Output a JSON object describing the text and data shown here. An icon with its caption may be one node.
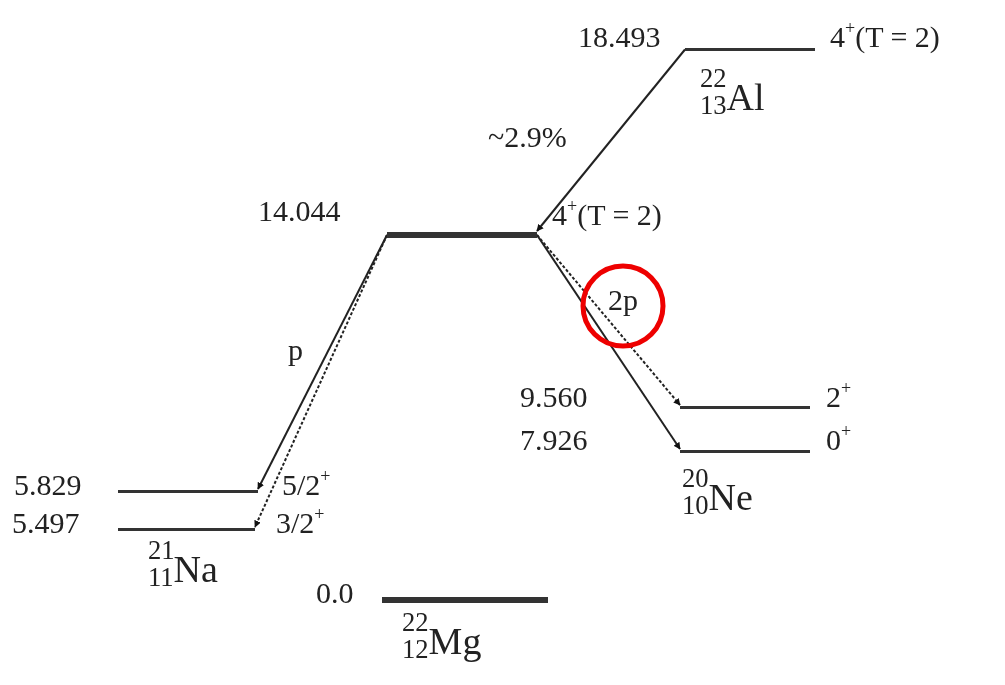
{
  "diagram": {
    "nodes": [
      {
        "text": [],
        "shape": "bar",
        "beside": [
          "18.493",
          "4$^{+}$(T = 2)"
        ]
      },
      {
        "text": [],
        "shape": "bar",
        "beside": [
          "14.044",
          "4$^{+}$(T = 2)"
        ]
      },
      {
        "text": [],
        "shape": "bar",
        "beside": [
          "9.560",
          "2$^{+}$"
        ]
      },
      {
        "text": [],
        "shape": "bar",
        "beside": [
          "7.926",
          "0$^{+}$"
        ]
      },
      {
        "text": [],
        "shape": "bar",
        "beside": [
          "5.829",
          "5/2$^{+}$"
        ]
      },
      {
        "text": [],
        "shape": "bar",
        "beside": [
          "5.497",
          "3/2$^{+}$"
        ]
      },
      {
        "text": [],
        "shape": "bar",
        "beside": [
          "0.0"
        ]
      }
    ],
    "edges": [
      {
        "from": 0,
        "to": 1,
        "arrow": "to",
        "label": "~2.9%"
      },
      {
        "from": 1,
        "to": 4,
        "arrow": "to",
        "label": "p"
      },
      {
        "from": 1,
        "to": 5,
        "arrow": "to",
        "style": "dashed"
      },
      {
        "from": 1,
        "to": 2,
        "arrow": "to",
        "style": "dashed",
        "label": "2p"
      },
      {
        "from": 1,
        "to": 3,
        "arrow": "to"
      }
    ],
    "labels": [
      "$^{22}$$_{13}$Al",
      "$^{20}$$_{10}$Ne",
      "$^{21}$$_{11}$Na",
      "$^{22}$$_{12}$Mg"
    ]
  }
}
